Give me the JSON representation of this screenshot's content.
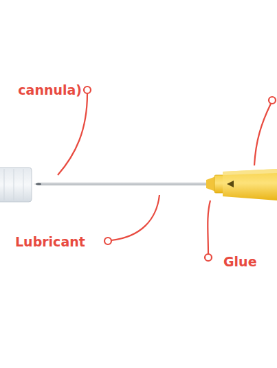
{
  "diagram": {
    "labels": [
      "cannula)",
      "Lubricant",
      "Glue"
    ]
  }
}
